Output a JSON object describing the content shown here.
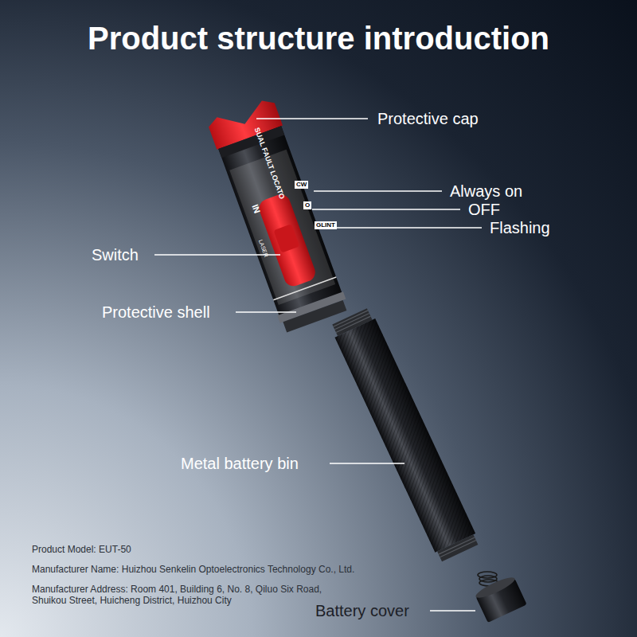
{
  "diagram": {
    "title": "Product structure introduction",
    "labels": [
      "Protective cap",
      "Always on",
      "OFF",
      "Flashing",
      "Switch",
      "Protective shell",
      "Metal battery bin",
      "Battery cover",
      "Product Model: EUT-50",
      "Manufacturer Name: Huizhou Senkelin Optoelectronics Technology Co., Ltd.",
      "Manufacturer Address: Room 401, Building 6, No. 8, Qiluo Six Road, Shuikou Street, Huicheng District, Huizhou City",
      "SUAL FAULT LOCATO",
      "CW",
      "O",
      "GLINT",
      "IN",
      "LASER"
    ]
  }
}
